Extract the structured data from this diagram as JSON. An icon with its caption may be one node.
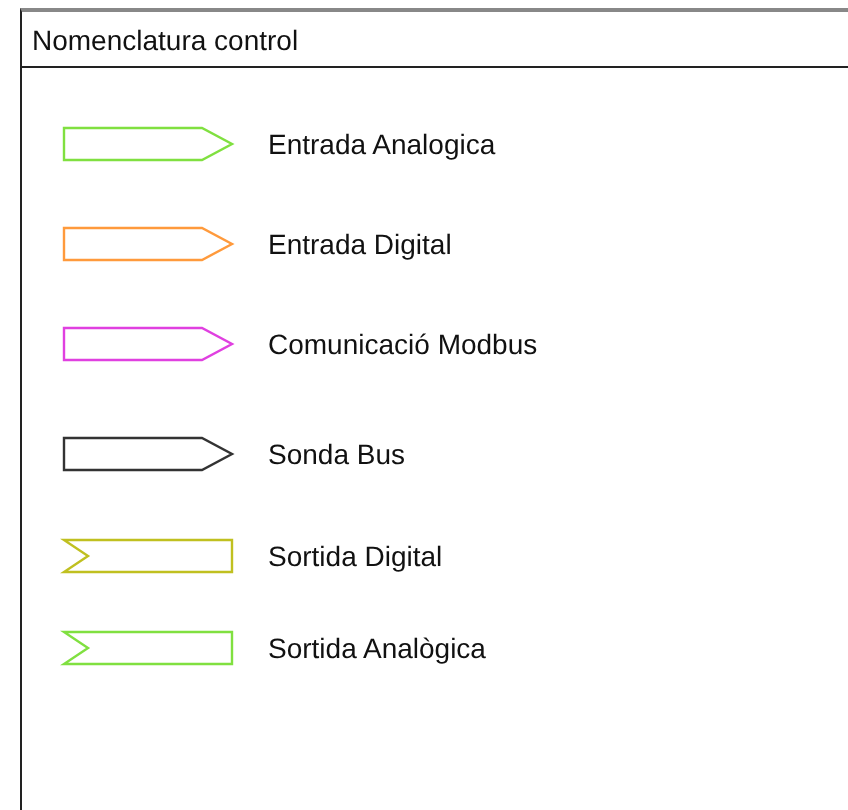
{
  "diagram": {
    "title": "Nomenclatura control",
    "legend": [
      {
        "text": "Entrada Analogica",
        "color": "#80e040"
      },
      {
        "text": "Entrada Digital",
        "color": "#ff9a3c"
      },
      {
        "text": "Comunicació Modbus",
        "color": "#e040e0"
      },
      {
        "text": "Sonda Bus",
        "color": "#333333"
      },
      {
        "text": "Sortida Digital",
        "color": "#c0c020"
      },
      {
        "text": "Sortida Analògica",
        "color": "#80e040"
      }
    ]
  }
}
